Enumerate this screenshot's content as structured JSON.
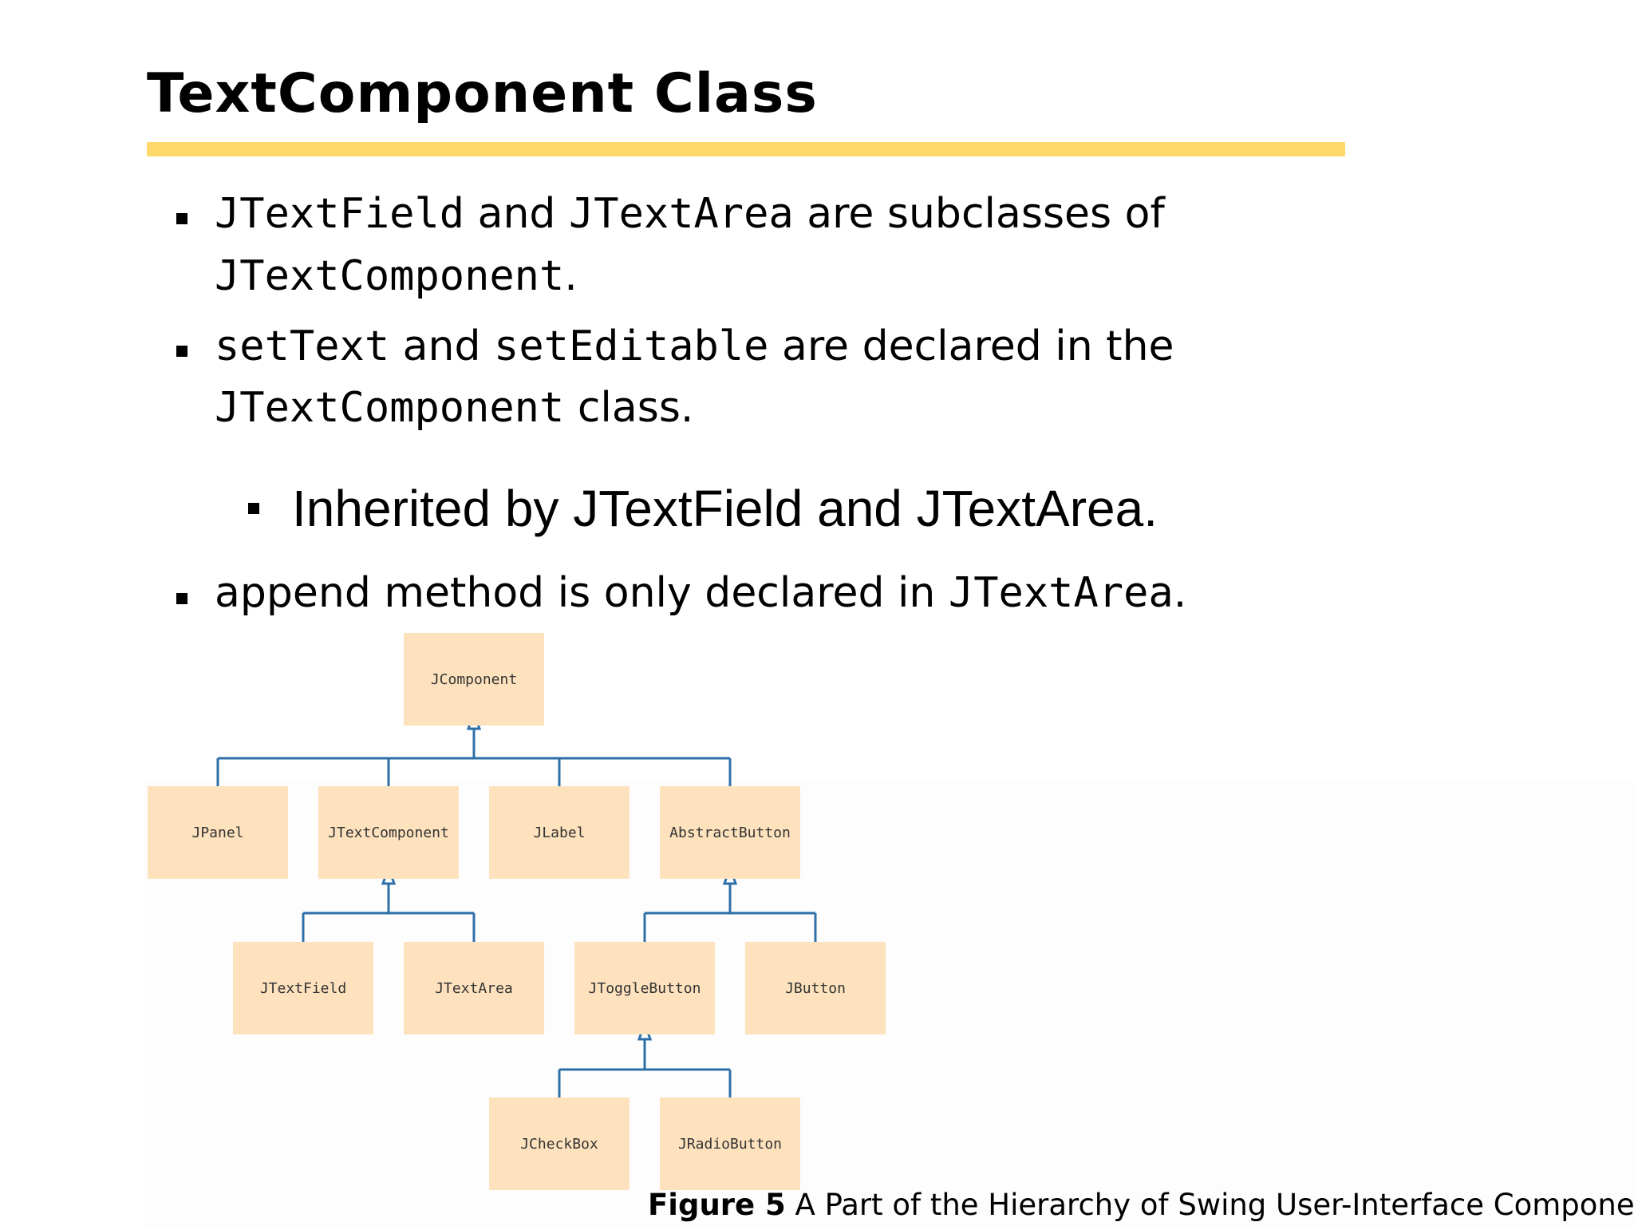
{
  "slide": {
    "title": "TextComponent Class",
    "accent_color": "#ffda6b"
  },
  "bullets": {
    "b1": {
      "c1": "JTextField",
      "t1": " and ",
      "c2": "JTextArea",
      "t2": " are subclasses of",
      "c3": "JTextComponent",
      "t3": "."
    },
    "b2": {
      "c1": "setText",
      "t1": " and ",
      "c2": "setEditable",
      "t2": " are declared in the",
      "c3": "JTextComponent",
      "t3": " class."
    },
    "sub": {
      "text": "Inherited by JTextField and JTextArea."
    },
    "b3": {
      "t1": "append",
      "t2": " method is only declared in ",
      "c1": "JTextArea",
      "t3": "."
    }
  },
  "diagram": {
    "node_color": "#fde2bd",
    "line_color": "#2f6fa8",
    "nodes": {
      "jcomponent": "JComponent",
      "jpanel": "JPanel",
      "jtextcomponent": "JTextComponent",
      "jlabel": "JLabel",
      "abstractbutton": "AbstractButton",
      "jtextfield": "JTextField",
      "jtextarea": "JTextArea",
      "jtogglebutton": "JToggleButton",
      "jbutton": "JButton",
      "jcheckbox": "JCheckBox",
      "jradiobutton": "JRadioButton"
    }
  },
  "caption": {
    "label": "Figure 5",
    "text": " A Part of the Hierarchy of Swing User-Interface  Components"
  }
}
